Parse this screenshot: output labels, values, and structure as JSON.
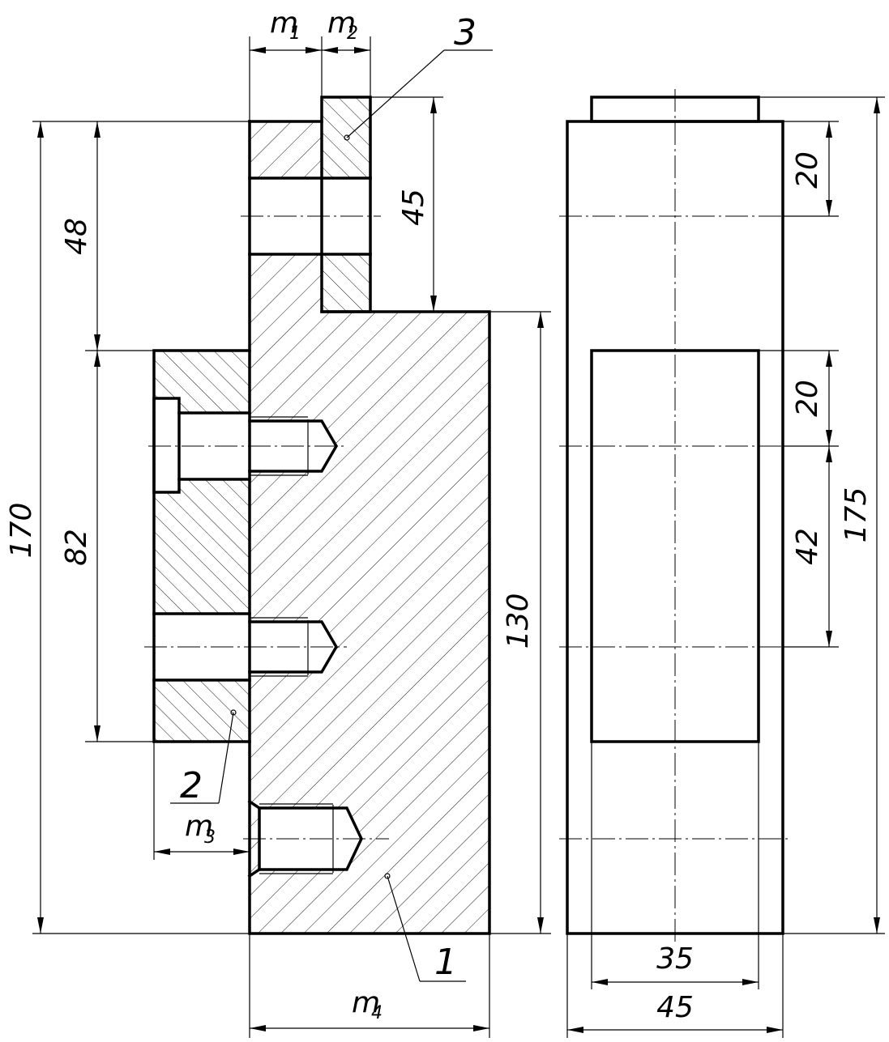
{
  "dimensions": {
    "front_total_height": "170",
    "upper_height": "48",
    "middle_height": "82",
    "lug_height": "45",
    "body_height": "130",
    "side_total_height": "175",
    "top_offset": "20",
    "window_offset": "20",
    "bolt_spacing": "42",
    "window_width": "35",
    "side_width": "45"
  },
  "parameters": {
    "m1": {
      "base": "m",
      "sub": "1"
    },
    "m2": {
      "base": "m",
      "sub": "2"
    },
    "m3": {
      "base": "m",
      "sub": "3"
    },
    "m4": {
      "base": "m",
      "sub": "4"
    }
  },
  "part_labels": {
    "part1": "1",
    "part2": "2",
    "part3": "3"
  }
}
